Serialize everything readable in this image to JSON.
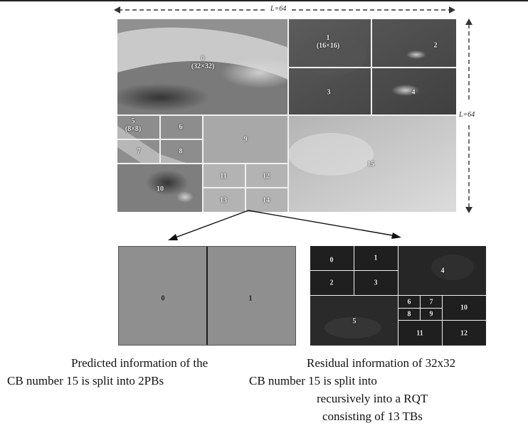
{
  "dimensions": {
    "width_label": "L=64",
    "height_label": "L=64"
  },
  "ctb_labels": {
    "b0": "0",
    "b0_size": "(32×32)",
    "b1": "1",
    "b1_size": "(16×16)",
    "b2": "2",
    "b3": "3",
    "b4": "4",
    "b5": "5",
    "b5_size": "(8×8)",
    "b6": "6",
    "b7": "7",
    "b8": "8",
    "b9": "9",
    "b10": "10",
    "b11": "11",
    "b12": "12",
    "b13": "13",
    "b14": "14",
    "b15": "15"
  },
  "pb_labels": {
    "p0": "0",
    "p1": "1"
  },
  "tb_labels": {
    "t0": "0",
    "t1": "1",
    "t2": "2",
    "t3": "3",
    "t4": "4",
    "t5": "5",
    "t6": "6",
    "t7": "7",
    "t8": "8",
    "t9": "9",
    "t10": "10",
    "t11": "11",
    "t12": "12"
  },
  "captions": {
    "left_line1": "Predicted information of the",
    "left_line2": "CB number 15 is split into 2PBs",
    "right_line1": "Residual information of 32x32",
    "right_line2": "CB number 15 is split into",
    "right_line3": "recursively into a RQT",
    "right_line4": "consisting of 13 TBs"
  },
  "colors": {
    "grid_lines": "#f0f0f0",
    "prediction_fill": "#8f8f8f",
    "residual_fill": "#1f1f1f"
  }
}
